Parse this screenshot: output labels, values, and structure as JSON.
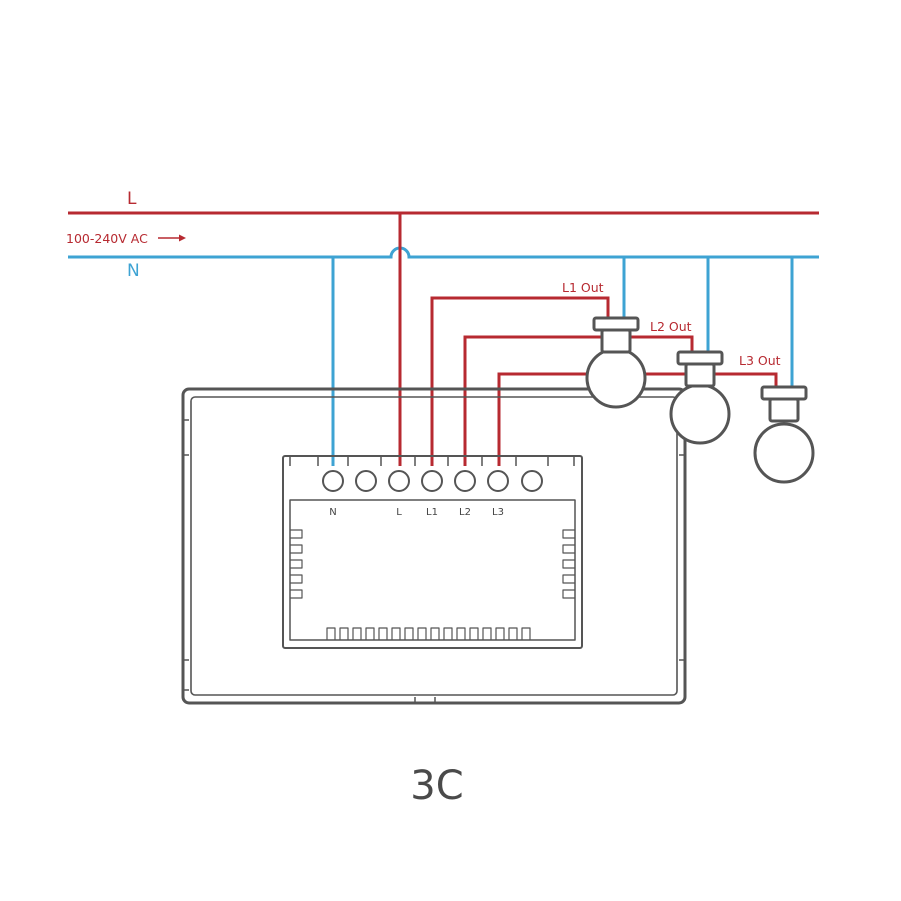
{
  "lines": {
    "live_label": "L",
    "neutral_label": "N",
    "supply_label": "100-240V AC"
  },
  "terminals": [
    "N",
    "",
    "L",
    "L1",
    "L2",
    "L3",
    ""
  ],
  "outputs": [
    {
      "label": "L1 Out"
    },
    {
      "label": "L2 Out"
    },
    {
      "label": "L3 Out"
    }
  ],
  "caption": "3C",
  "colors": {
    "live": "#b72a31",
    "neutral": "#3ea3d3",
    "outline": "#555555"
  }
}
